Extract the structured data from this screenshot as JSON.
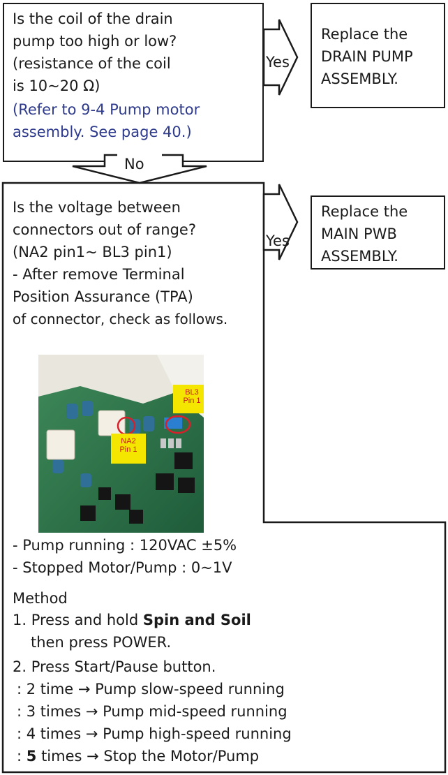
{
  "q1": {
    "lines": [
      "Is the coil of the drain",
      "pump too high or low?",
      "(resistance of the coil",
      "is 10~20 Ω)"
    ],
    "ref_lines": [
      "(Refer to 9-4 Pump motor",
      "assembly. See page 40.)"
    ]
  },
  "yes1": "Yes",
  "a1_lines": [
    "Replace the",
    "DRAIN PUMP",
    "ASSEMBLY."
  ],
  "no1": "No",
  "q2": {
    "lines": [
      "Is the voltage between",
      "connectors out of range?",
      "(NA2 pin1~ BL3 pin1)",
      "- After remove Terminal",
      "Position Assurance (TPA)",
      "of connector, check as follows."
    ]
  },
  "yes2": "Yes",
  "a2_lines": [
    "Replace the",
    "MAIN PWB",
    "ASSEMBLY."
  ],
  "photo": {
    "label_bl3": [
      "BL3",
      "Pin 1"
    ],
    "label_na2": [
      "NA2",
      "Pin 1"
    ]
  },
  "checks": [
    "- Pump running : 120VAC ±5%",
    "- Stopped Motor/Pump : 0~1V"
  ],
  "method": {
    "title": "Method",
    "step1_prefix": "1. Press and hold ",
    "step1_bold": "Spin and Soil",
    "step1_cont": "then press POWER.",
    "step2": "2. Press Start/Pause button.",
    "sub2": ": 2 time → Pump slow-speed running",
    "sub3": ": 3 times → Pump mid-speed running",
    "sub4": ": 4 times → Pump high-speed running",
    "sub5_prefix": ": ",
    "sub5_bold": "5",
    "sub5_rest": " times → Stop the Motor/Pump"
  },
  "colors": {
    "ref_blue": "#2e3a8c",
    "tag_yellow": "#f5e600",
    "tag_red": "#c8161d",
    "circle_red": "#d8202a"
  }
}
